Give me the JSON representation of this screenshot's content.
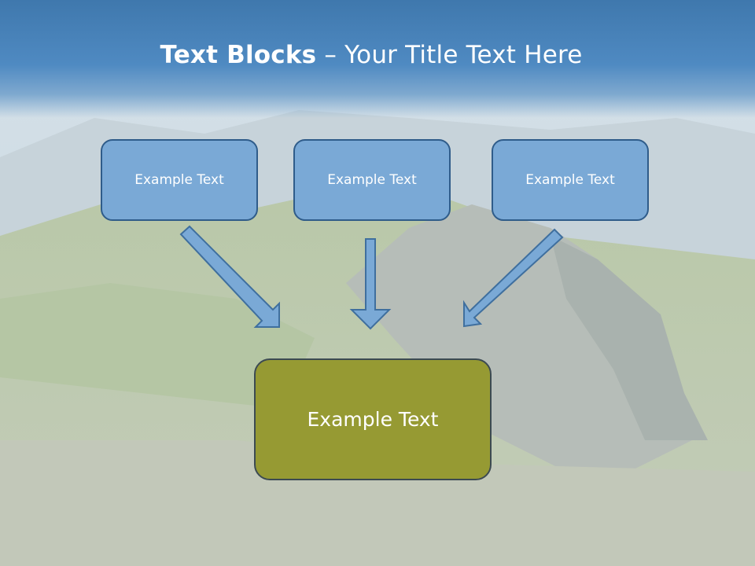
{
  "slide": {
    "title_bold": "Text Blocks",
    "title_sep": " – ",
    "title_rest": "Your Title Text Here"
  },
  "blocks": [
    {
      "label": "Example Text"
    },
    {
      "label": "Example Text"
    },
    {
      "label": "Example Text"
    }
  ],
  "target": {
    "label": "Example Text"
  },
  "colors": {
    "title_bar": "#4f8ac2",
    "small_box_fill": "#7aa9d6",
    "small_box_border": "#2f5c8a",
    "target_fill": "#969a33",
    "arrow_fill": "#7aa9d6"
  }
}
